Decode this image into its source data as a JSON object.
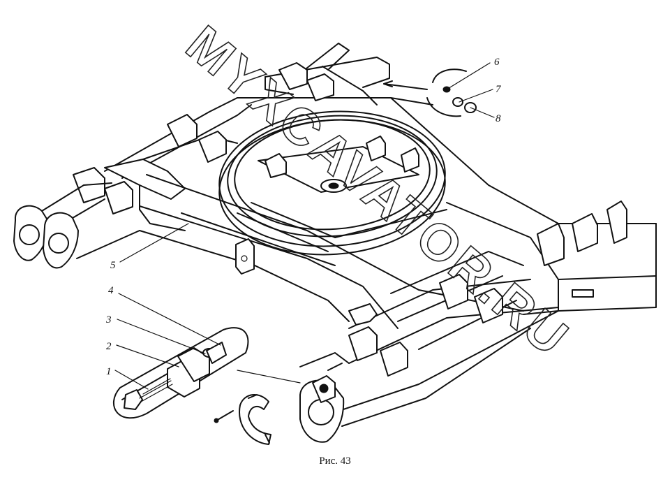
{
  "figure": {
    "caption": "Рис. 43",
    "watermark": "MYXCAVATOR.RU",
    "callouts": [
      "1",
      "2",
      "3",
      "4",
      "5",
      "6",
      "7",
      "8"
    ]
  }
}
